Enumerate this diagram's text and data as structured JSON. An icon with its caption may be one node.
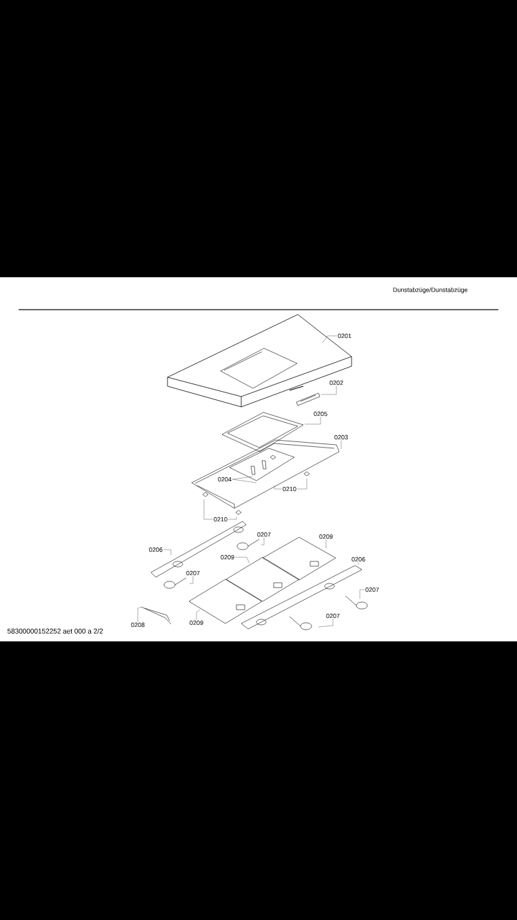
{
  "diagram": {
    "nodes": [
      {
        "text": [
          "0201"
        ]
      },
      {
        "text": [
          "0202"
        ]
      },
      {
        "text": [
          "0205"
        ]
      },
      {
        "text": [
          "0203"
        ]
      },
      {
        "text": [
          "0204"
        ]
      },
      {
        "text": [
          "0210"
        ]
      },
      {
        "text": [
          "0210"
        ]
      },
      {
        "text": [
          "0206"
        ]
      },
      {
        "text": [
          "0207"
        ]
      },
      {
        "text": [
          "0209"
        ]
      },
      {
        "text": [
          "0209"
        ]
      },
      {
        "text": [
          "0206"
        ]
      },
      {
        "text": [
          "0207"
        ]
      },
      {
        "text": [
          "0207"
        ]
      },
      {
        "text": [
          "0207"
        ]
      },
      {
        "text": [
          "0208"
        ]
      },
      {
        "text": [
          "0209"
        ]
      }
    ],
    "edges": [
      {
        "from": 0,
        "to": null,
        "arrow": "none"
      },
      {
        "from": 1,
        "to": null,
        "arrow": "none"
      },
      {
        "from": 2,
        "to": null,
        "arrow": "none"
      },
      {
        "from": 3,
        "to": null,
        "arrow": "none"
      },
      {
        "from": 4,
        "to": null,
        "arrow": "none"
      },
      {
        "from": 4,
        "to": null,
        "arrow": "none"
      },
      {
        "from": 5,
        "to": null,
        "arrow": "none"
      },
      {
        "from": 5,
        "to": null,
        "arrow": "none"
      },
      {
        "from": 6,
        "to": null,
        "arrow": "none"
      },
      {
        "from": 6,
        "to": null,
        "arrow": "none"
      },
      {
        "from": 7,
        "to": null,
        "arrow": "none"
      },
      {
        "from": 8,
        "to": null,
        "arrow": "none"
      },
      {
        "from": 9,
        "to": null,
        "arrow": "none"
      },
      {
        "from": 10,
        "to": null,
        "arrow": "none"
      },
      {
        "from": 11,
        "to": null,
        "arrow": "none"
      },
      {
        "from": 12,
        "to": null,
        "arrow": "none"
      },
      {
        "from": 13,
        "to": null,
        "arrow": "none"
      },
      {
        "from": 14,
        "to": null,
        "arrow": "none"
      },
      {
        "from": 15,
        "to": null,
        "arrow": "none"
      },
      {
        "from": 16,
        "to": null,
        "arrow": "none"
      }
    ],
    "labels": [
      "Dunstabzüge/Dunstabzüge",
      "58300000152252 aet 000 a 2/2"
    ]
  }
}
